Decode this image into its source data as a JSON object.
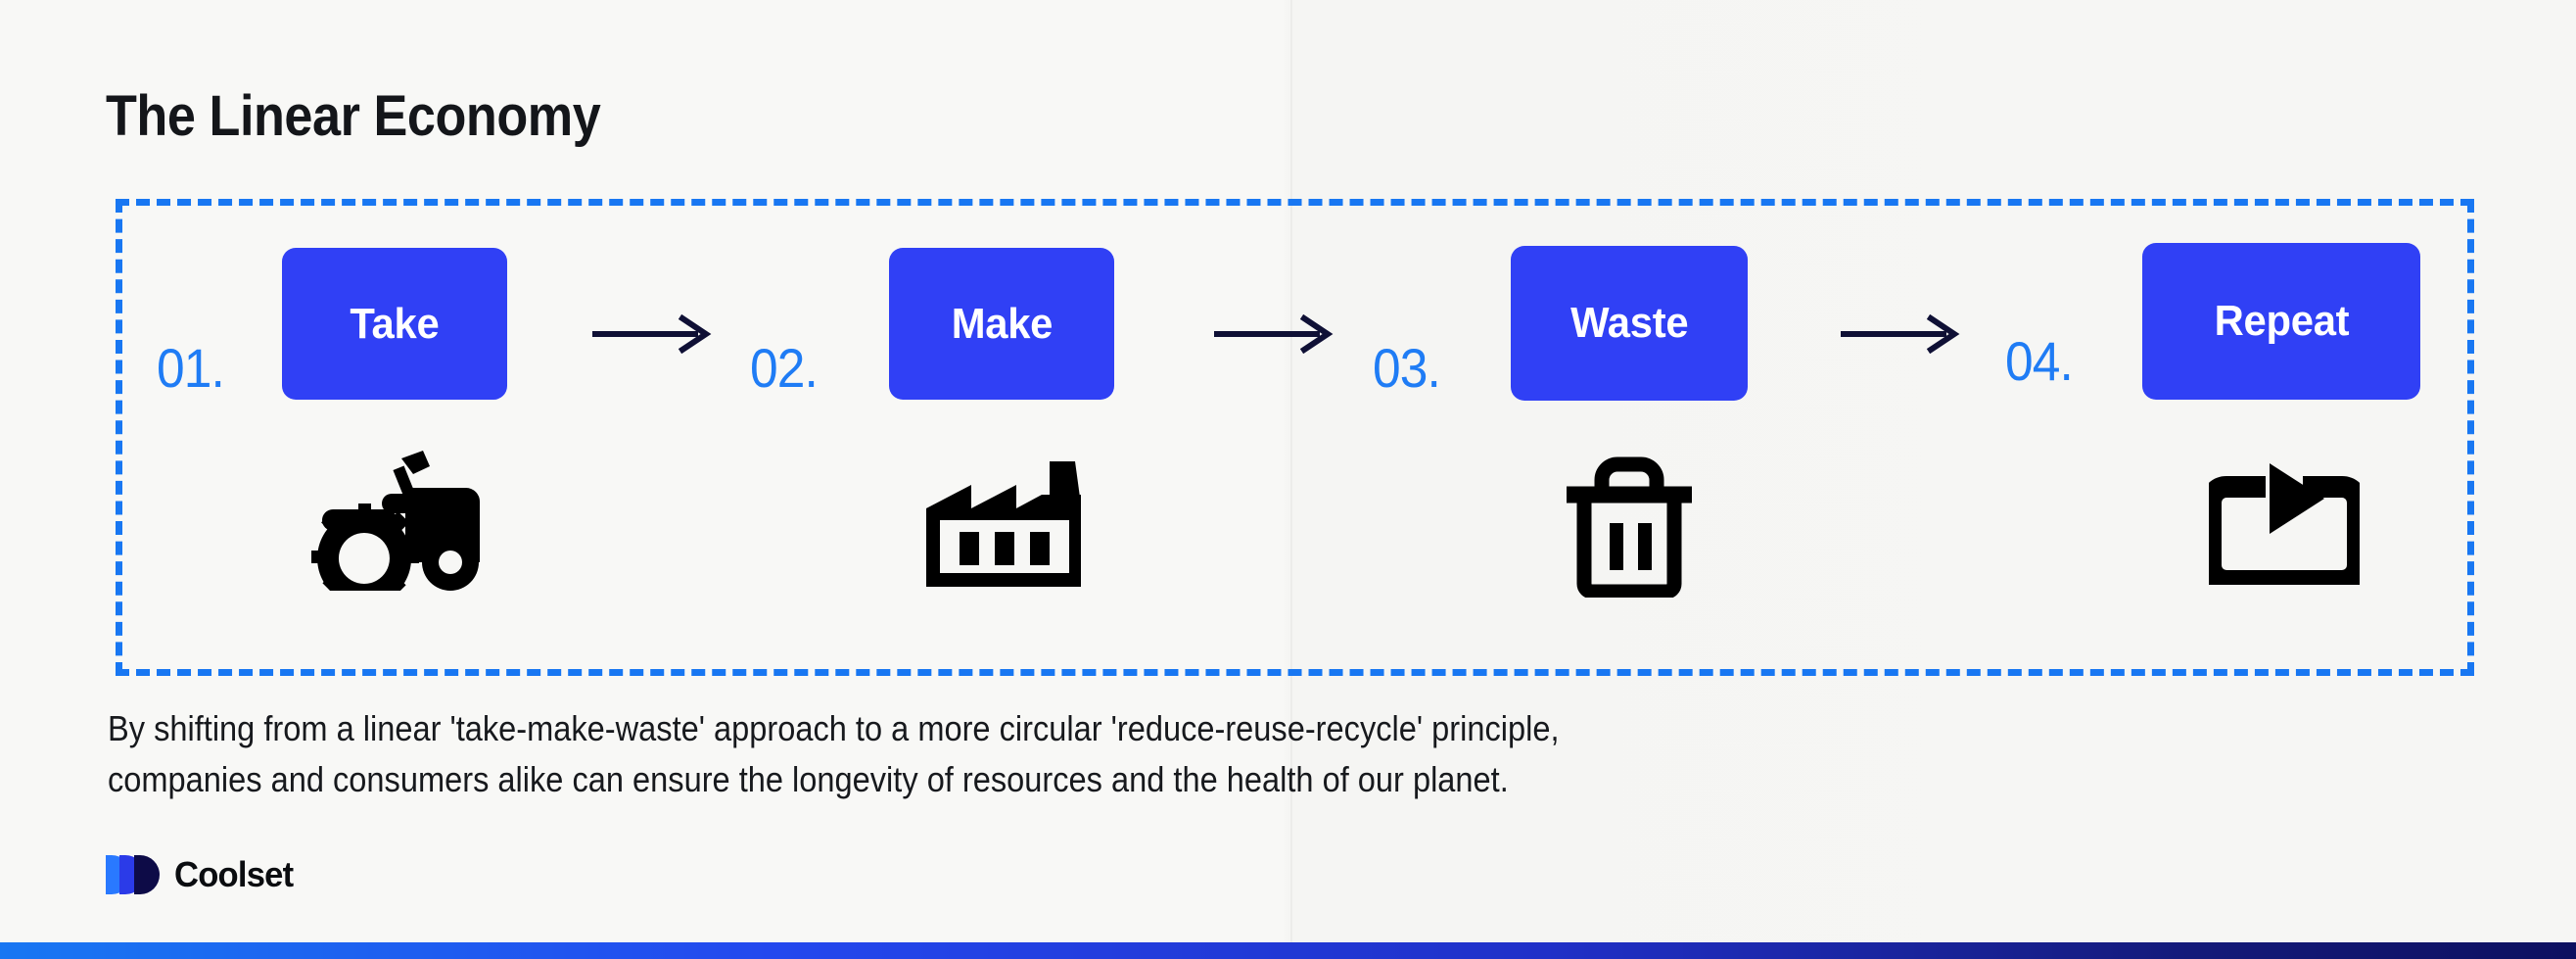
{
  "page": {
    "title": "The Linear Economy",
    "background_color": "#f7f7f5",
    "accent_blue": "#3040f5",
    "number_blue": "#1f7cf5",
    "dashed_border_color": "#1877f2",
    "arrow_color": "#0f1035",
    "icon_color": "#000000"
  },
  "flow": {
    "steps": [
      {
        "number": "01.",
        "label": "Take",
        "icon": "tractor-icon"
      },
      {
        "number": "02.",
        "label": "Make",
        "icon": "factory-icon"
      },
      {
        "number": "03.",
        "label": "Waste",
        "icon": "trash-icon"
      },
      {
        "number": "04.",
        "label": "Repeat",
        "icon": "repeat-icon"
      }
    ],
    "connector": "arrow-right-icon",
    "connector_count": 3
  },
  "caption": {
    "text": "By shifting from a linear 'take-make-waste' approach to a more circular 'reduce-reuse-recycle' principle,\ncompanies and consumers alike can ensure the longevity of resources and the health of our planet."
  },
  "branding": {
    "name": "Coolset",
    "mark_colors": [
      "#2979ff",
      "#2b3be8",
      "#0d0b47"
    ]
  }
}
